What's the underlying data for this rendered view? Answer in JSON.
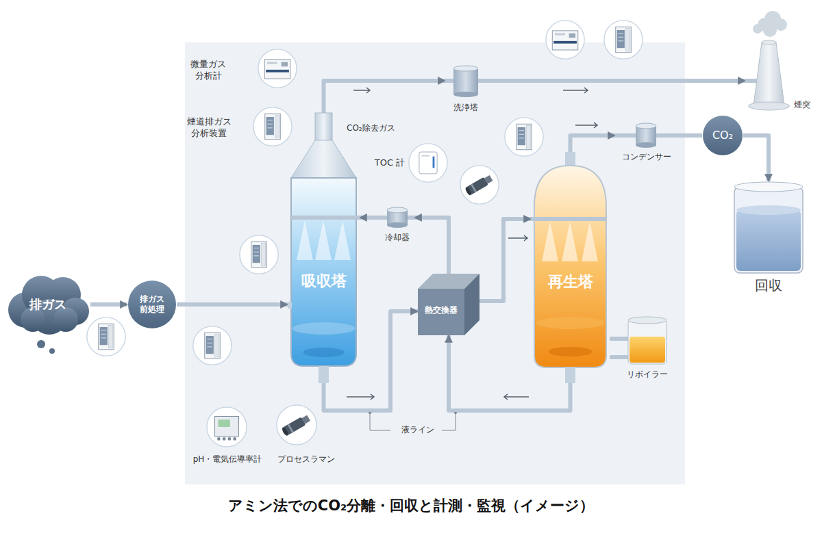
{
  "diagram": {
    "title": "アミン法でのCO₂分離・回収と計測・監視（イメージ）",
    "nodes": [
      {
        "text": [
          "排ガス"
        ]
      },
      {
        "text": [
          "排ガス 前処理"
        ]
      },
      {
        "text": [
          "吸収塔"
        ]
      },
      {
        "text": [
          "冷却器"
        ]
      },
      {
        "text": [
          "熱交換器"
        ]
      },
      {
        "text": [
          "洗浄塔"
        ]
      },
      {
        "text": [
          "再生塔"
        ]
      },
      {
        "text": [
          "コンデンサー"
        ]
      },
      {
        "text": [
          "CO₂"
        ]
      },
      {
        "text": [
          "リボイラー"
        ]
      },
      {
        "text": [
          "煙突"
        ]
      },
      {
        "text": [
          "回収"
        ]
      }
    ],
    "edges": [
      {
        "from": 0,
        "to": 1,
        "arrow": "to"
      },
      {
        "from": 1,
        "to": 2,
        "arrow": "to"
      },
      {
        "from": 2,
        "to": 5,
        "arrow": "to"
      },
      {
        "from": 5,
        "to": 10,
        "arrow": "to"
      },
      {
        "from": 2,
        "to": 4,
        "arrow": "to"
      },
      {
        "from": 4,
        "to": 6,
        "arrow": "to"
      },
      {
        "from": 6,
        "to": 4,
        "arrow": "to"
      },
      {
        "from": 4,
        "to": 3,
        "arrow": "to"
      },
      {
        "from": 3,
        "to": 2,
        "arrow": "to"
      },
      {
        "from": 6,
        "to": 7,
        "arrow": "to"
      },
      {
        "from": 7,
        "to": 8,
        "arrow": "none"
      },
      {
        "from": 8,
        "to": 11,
        "arrow": "to"
      },
      {
        "from": 9,
        "to": 6,
        "arrow": "none"
      }
    ],
    "labels": [
      "微量ガス 分析計",
      "煙道排ガス 分析装置",
      "CO₂除去ガス",
      "TOC 計",
      "液ライン",
      "pH・電気伝導率計",
      "プロセスラマン"
    ]
  }
}
